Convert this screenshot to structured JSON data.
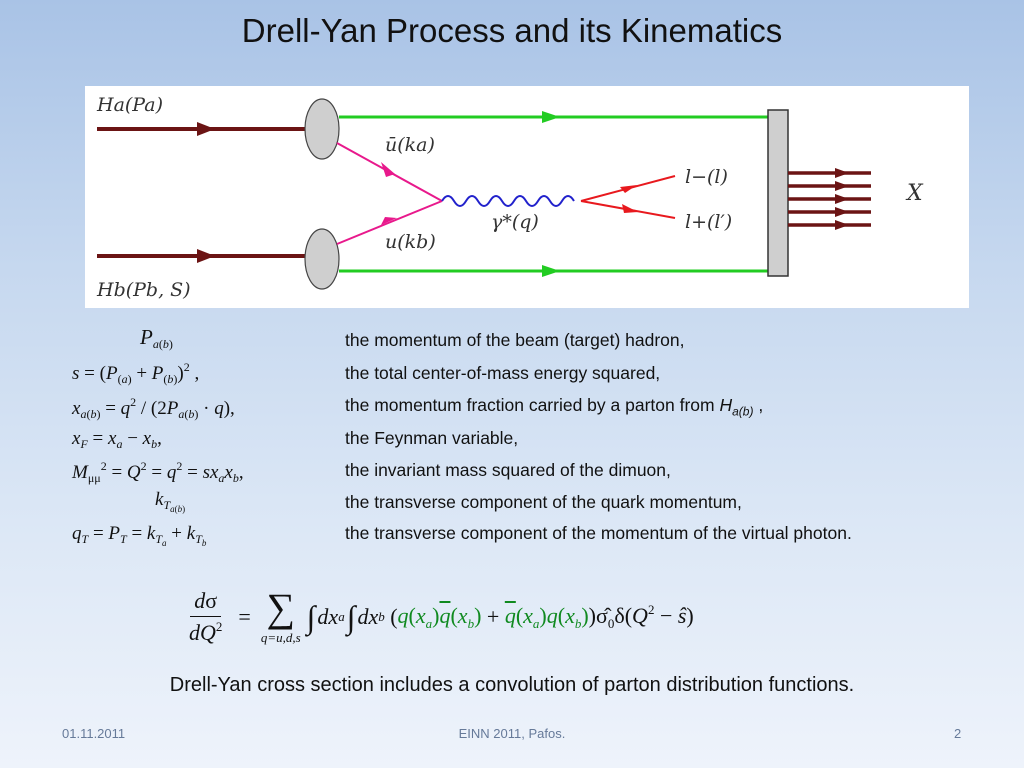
{
  "slide": {
    "title": "Drell-Yan Process and its Kinematics",
    "descriptions": [
      "the momentum of the beam (target) hadron,",
      "the total center-of-mass energy squared,",
      "the momentum fraction carried by a parton from ",
      "the Feynman variable,",
      "the invariant mass squared of the dimuon,",
      "the transverse component of the quark momentum,",
      "the transverse component of the momentum of the virtual photon."
    ],
    "hadron_symbol": "H",
    "hadron_subscript": "a(b)",
    "caption": "Drell-Yan cross section includes a convolution of parton distribution functions.",
    "footer": {
      "date": "01.11.2011",
      "event": "EINN 2011, Pafos.",
      "page": "2"
    }
  },
  "diagram_labels": {
    "hadron_a": "Ha(Pa)",
    "hadron_b": "Hb(Pb, S)",
    "antiquark": "ū(ka)",
    "quark": "u(kb)",
    "photon": "γ*(q)",
    "lepton_minus": "l−(l)",
    "lepton_plus": "l+(l′)",
    "remnant": "X"
  },
  "colors": {
    "hadron_line": "#6b1414",
    "spectator_line": "#22cc22",
    "quark_line": "#e8198c",
    "photon_line": "#2222cc",
    "lepton_line": "#e8191e",
    "blob": "#cfcfcf",
    "pdf_green": "#108a20"
  }
}
